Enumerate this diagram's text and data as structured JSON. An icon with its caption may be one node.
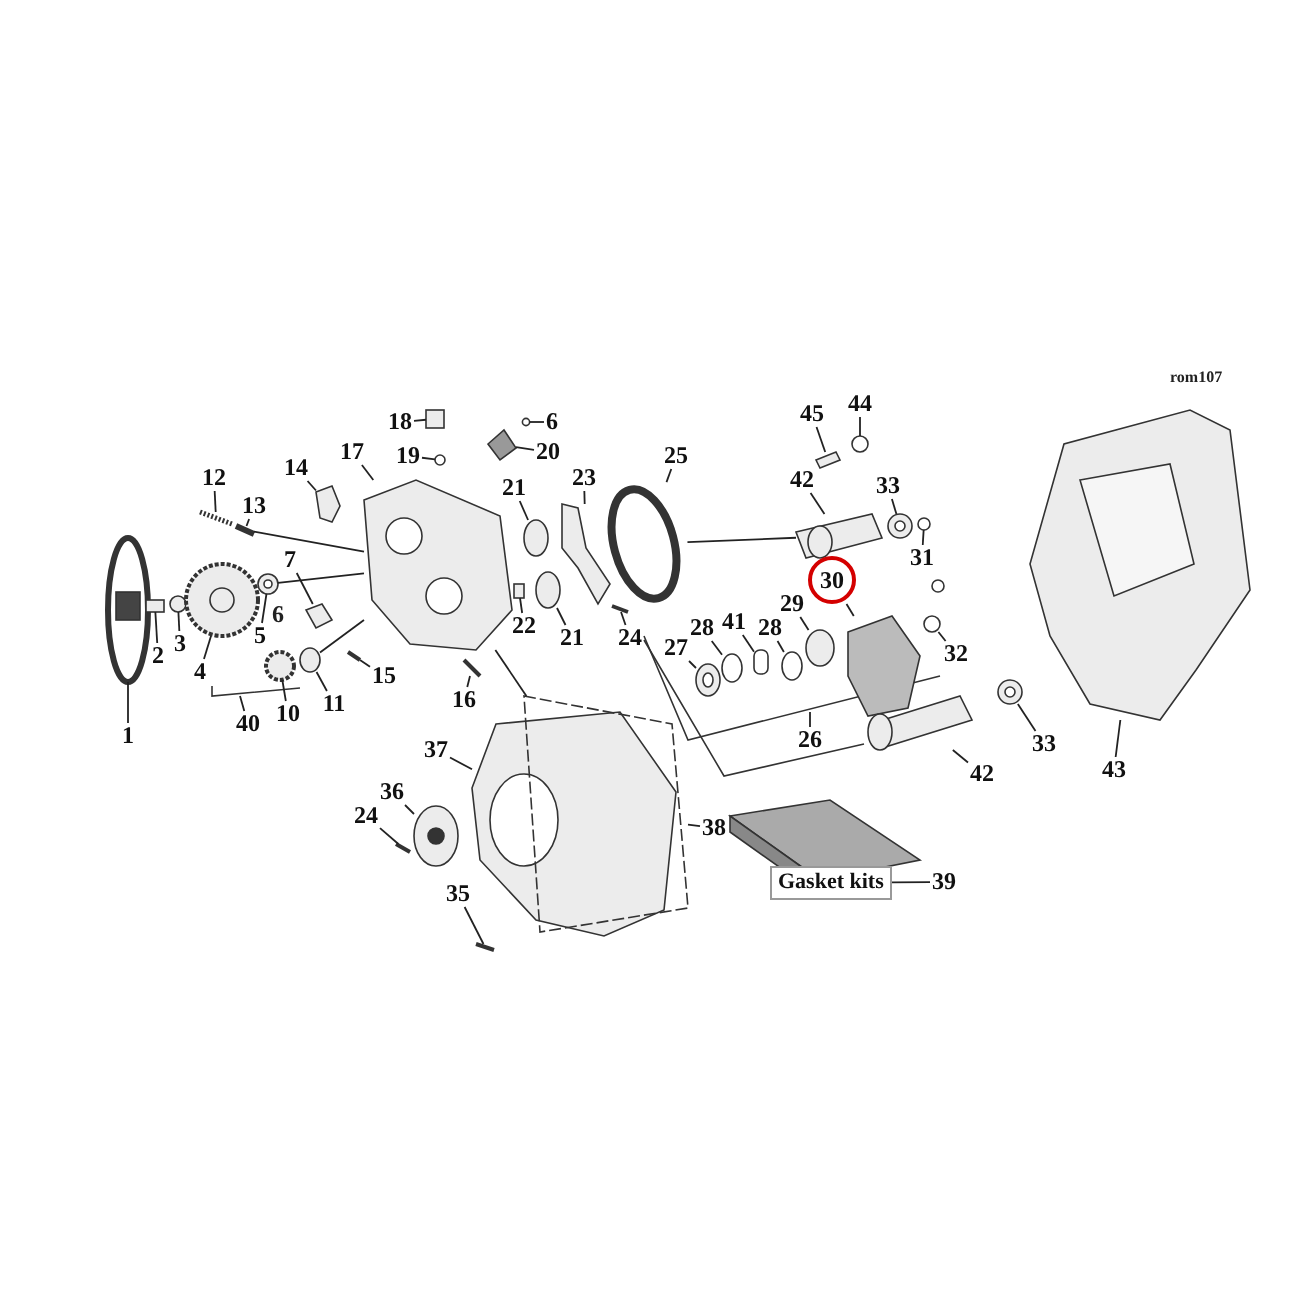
{
  "diagram": {
    "nodes": [
      {
        "text": [
          "44"
        ]
      },
      {
        "text": [
          "45"
        ]
      },
      {
        "text": [
          "18"
        ]
      },
      {
        "text": [
          "6"
        ]
      },
      {
        "text": [
          "17"
        ]
      },
      {
        "text": [
          "19"
        ]
      },
      {
        "text": [
          "20"
        ]
      },
      {
        "text": [
          "14"
        ]
      },
      {
        "text": [
          "23"
        ]
      },
      {
        "text": [
          "25"
        ]
      },
      {
        "text": [
          "33"
        ]
      },
      {
        "text": [
          "12"
        ]
      },
      {
        "text": [
          "42"
        ]
      },
      {
        "text": [
          "21"
        ]
      },
      {
        "text": [
          "13"
        ]
      },
      {
        "text": [
          "31"
        ]
      },
      {
        "text": [
          "7"
        ]
      },
      {
        "text": [
          "30"
        ]
      },
      {
        "text": [
          "29"
        ]
      },
      {
        "text": [
          "24"
        ]
      },
      {
        "text": [
          "28"
        ]
      },
      {
        "text": [
          "5"
        ]
      },
      {
        "text": [
          "22"
        ]
      },
      {
        "text": [
          "21"
        ]
      },
      {
        "text": [
          "41"
        ]
      },
      {
        "text": [
          "3"
        ]
      },
      {
        "text": [
          "28"
        ]
      },
      {
        "text": [
          "4"
        ]
      },
      {
        "text": [
          "2"
        ]
      },
      {
        "text": [
          "32"
        ]
      },
      {
        "text": [
          "27"
        ]
      },
      {
        "text": [
          "15"
        ]
      },
      {
        "text": [
          "10"
        ]
      },
      {
        "text": [
          "11"
        ]
      },
      {
        "text": [
          "16"
        ]
      },
      {
        "text": [
          "26"
        ]
      },
      {
        "text": [
          "40"
        ]
      },
      {
        "text": [
          "33"
        ]
      },
      {
        "text": [
          "1"
        ]
      },
      {
        "text": [
          "37"
        ]
      },
      {
        "text": [
          "43"
        ]
      },
      {
        "text": [
          "42"
        ]
      },
      {
        "text": [
          "36"
        ]
      },
      {
        "text": [
          "24"
        ]
      },
      {
        "text": [
          "38"
        ]
      },
      {
        "text": [
          "Gasket kits"
        ]
      },
      {
        "text": [
          "39"
        ]
      },
      {
        "text": [
          "35"
        ]
      },
      {
        "text": [],
        "shape": "picture"
      },
      {
        "text": [],
        "shape": "box"
      },
      {
        "text": [],
        "shape": "circle"
      },
      {
        "text": [],
        "shape": "picture"
      },
      {
        "text": [],
        "shape": "circle"
      },
      {
        "text": [],
        "shape": "picture"
      },
      {
        "text": [],
        "shape": "picture"
      },
      {
        "text": [],
        "shape": "picture"
      },
      {
        "text": [],
        "shape": "circle"
      },
      {
        "text": [],
        "shape": "circle"
      },
      {
        "text": [],
        "shape": "picture"
      },
      {
        "text": [],
        "shape": "picture"
      },
      {
        "text": [],
        "shape": "picture"
      },
      {
        "text": [],
        "shape": "picture"
      },
      {
        "text": [],
        "shape": "box"
      },
      {
        "text": [],
        "shape": "circle"
      },
      {
        "text": [],
        "shape": "picture"
      },
      {
        "text": [],
        "shape": "circle"
      },
      {
        "text": [],
        "shape": "circle"
      },
      {
        "text": [],
        "shape": "box"
      },
      {
        "text": [],
        "shape": "circle"
      },
      {
        "text": [],
        "shape": "picture"
      },
      {
        "text": [],
        "shape": "circle"
      },
      {
        "text": [],
        "shape": "picture"
      },
      {
        "text": [],
        "shape": "circle"
      },
      {
        "text": [],
        "shape": "circle"
      },
      {
        "text": [],
        "shape": "box"
      },
      {
        "text": [],
        "shape": "circle"
      },
      {
        "text": [],
        "shape": "circle"
      },
      {
        "text": [],
        "shape": "picture"
      },
      {
        "text": [],
        "shape": "picture"
      },
      {
        "text": [],
        "shape": "circle"
      },
      {
        "text": [],
        "shape": "picture"
      },
      {
        "text": [],
        "shape": "circle"
      },
      {
        "text": [],
        "shape": "circle"
      },
      {
        "text": [],
        "shape": "circle"
      },
      {
        "text": [],
        "shape": "picture"
      },
      {
        "text": [],
        "shape": "circle"
      },
      {
        "text": [],
        "shape": "picture"
      },
      {
        "text": [],
        "shape": "picture"
      },
      {
        "text": [],
        "shape": "picture"
      },
      {
        "text": [],
        "shape": "picture"
      },
      {
        "text": [],
        "shape": "picture"
      },
      {
        "text": [],
        "shape": "picture"
      }
    ],
    "edges": [
      {
        "from": 0,
        "to": 79,
        "arrow": "none"
      },
      {
        "from": 1,
        "to": 78,
        "arrow": "none"
      },
      {
        "from": 2,
        "to": 62,
        "arrow": "none"
      },
      {
        "from": 3,
        "to": 65,
        "arrow": "none"
      },
      {
        "from": 4,
        "to": 59,
        "arrow": "none"
      },
      {
        "from": 5,
        "to": 63,
        "arrow": "none"
      },
      {
        "from": 6,
        "to": 64,
        "arrow": "none"
      },
      {
        "from": 7,
        "to": 55,
        "arrow": "none"
      },
      {
        "from": 8,
        "to": 69,
        "arrow": "none"
      },
      {
        "from": 9,
        "to": 70,
        "arrow": "none"
      },
      {
        "from": 10,
        "to": 81,
        "arrow": "none"
      },
      {
        "from": 11,
        "to": 53,
        "arrow": "none"
      },
      {
        "from": 12,
        "to": 80,
        "arrow": "none"
      },
      {
        "from": 13,
        "to": 66,
        "arrow": "none"
      },
      {
        "from": 14,
        "to": 54,
        "arrow": "none"
      },
      {
        "from": 15,
        "to": 82,
        "arrow": "none"
      },
      {
        "from": 16,
        "to": 58,
        "arrow": "none"
      },
      {
        "from": 17,
        "to": 77,
        "arrow": "none"
      },
      {
        "from": 18,
        "to": 76,
        "arrow": "none"
      },
      {
        "from": 19,
        "to": 71,
        "arrow": "none"
      },
      {
        "from": 20,
        "to": 75,
        "arrow": "none"
      },
      {
        "from": 21,
        "to": 52,
        "arrow": "none"
      },
      {
        "from": 22,
        "to": 67,
        "arrow": "none"
      },
      {
        "from": 23,
        "to": 68,
        "arrow": "none"
      },
      {
        "from": 24,
        "to": 74,
        "arrow": "none"
      },
      {
        "from": 25,
        "to": 50,
        "arrow": "none"
      },
      {
        "from": 26,
        "to": 73,
        "arrow": "none"
      },
      {
        "from": 27,
        "to": 51,
        "arrow": "none"
      },
      {
        "from": 28,
        "to": 49,
        "arrow": "none"
      },
      {
        "from": 29,
        "to": 83,
        "arrow": "none"
      },
      {
        "from": 30,
        "to": 72,
        "arrow": "none"
      },
      {
        "from": 31,
        "to": 60,
        "arrow": "none"
      },
      {
        "from": 32,
        "to": 56,
        "arrow": "none"
      },
      {
        "from": 33,
        "to": 57,
        "arrow": "none"
      },
      {
        "from": 34,
        "to": 61,
        "arrow": "none"
      },
      {
        "from": 35,
        "to": null,
        "arrow": "none"
      },
      {
        "from": 36,
        "to": null,
        "arrow": "none"
      },
      {
        "from": 37,
        "to": 85,
        "arrow": "none"
      },
      {
        "from": 38,
        "to": 48,
        "arrow": "none"
      },
      {
        "from": 39,
        "to": 87,
        "arrow": "none"
      },
      {
        "from": 40,
        "to": 86,
        "arrow": "none"
      },
      {
        "from": 41,
        "to": 84,
        "arrow": "none"
      },
      {
        "from": 42,
        "to": 88,
        "arrow": "none"
      },
      {
        "from": 43,
        "to": 89,
        "arrow": "none"
      },
      {
        "from": 44,
        "to": 90,
        "arrow": "none"
      },
      {
        "from": 46,
        "to": 45,
        "arrow": "none"
      },
      {
        "from": 47,
        "to": 91,
        "arrow": "none"
      },
      {
        "from": 54,
        "to": 59,
        "arrow": "none"
      },
      {
        "from": 52,
        "to": 59,
        "arrow": "none"
      },
      {
        "from": 57,
        "to": 59,
        "arrow": "none"
      },
      {
        "from": 59,
        "to": 90,
        "arrow": "none"
      },
      {
        "from": 70,
        "to": 80,
        "arrow": "none"
      }
    ],
    "labels": [
      "rom107",
      "6"
    ]
  }
}
